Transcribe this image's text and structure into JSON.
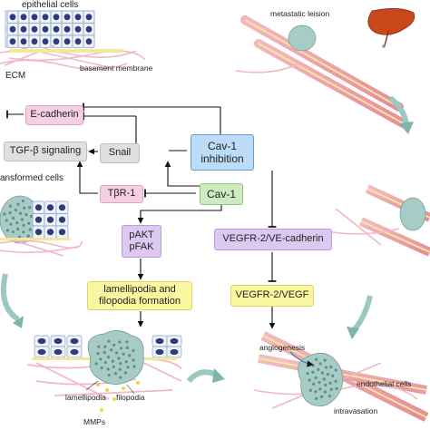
{
  "labels": {
    "epithelial_cells": "epithelial cells",
    "basement_membrane": "basement membrane",
    "ecm": "ECM",
    "transformed_cells": "ansformed cells",
    "metastatic_lesion": "metastatic leision",
    "angiogenesis": "angiogenesis",
    "endothelial_cells": "endothelial cells",
    "intravasation": "intravasation",
    "lamellipodia": "lamellipodia",
    "filopodia": "filopodia",
    "mmps": "MMPs"
  },
  "nodes": {
    "e_cadherin": "E-cadherin",
    "tgf_beta": "TGF-β signaling",
    "snail": "Snail",
    "cav1_inhibition_line1": "Cav-1",
    "cav1_inhibition_line2": "inhibition",
    "tbr1": "TβR-1",
    "cav1": "Cav-1",
    "pakt": "pAKT",
    "pfak": "pFAK",
    "vegfr_ve": "VEGFR-2/VE-cadherin",
    "lamellipodia_formation_line1": "lamellipodia and",
    "lamellipodia_formation_line2": "filopodia formation",
    "vegfr_vegf": "VEGFR-2/VEGF"
  },
  "colors": {
    "signaling_box": "#f5cfe2",
    "intermediate_box": "#e0e0e0",
    "pathway_box": "#dcc8f0",
    "outcome_box": "#fbf6a0",
    "cav1_box": "#cdeac0",
    "inhibition_box": "#bcdcf7",
    "cell_nucleus": "#2f3a7a",
    "tumor": "#8fb8b0",
    "vessel": "#e89aa0",
    "liver": "#c8481c"
  }
}
